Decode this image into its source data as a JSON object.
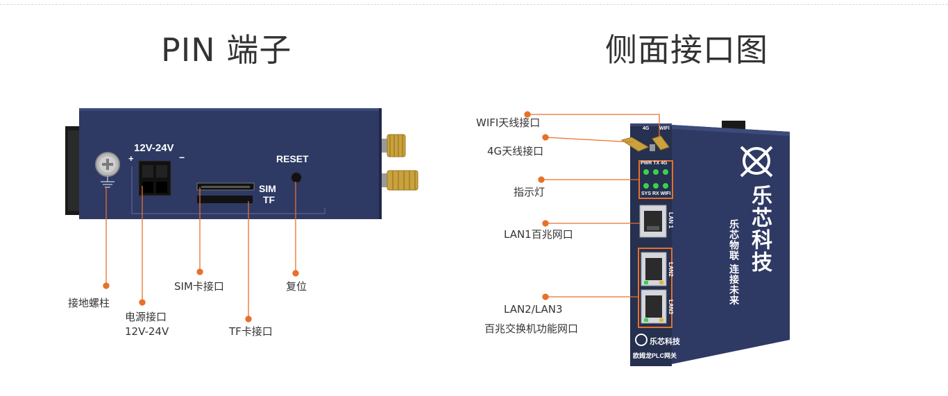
{
  "titles": {
    "left": "PIN 端子",
    "right": "侧面接口图"
  },
  "front_panel": {
    "voltage": "12V-24V",
    "plus": "+",
    "minus": "−",
    "sim": "SIM",
    "tf": "TF",
    "reset": "RESET"
  },
  "front_callouts": {
    "ground": "接地螺柱",
    "power_line1": "电源接口",
    "power_line2": "12V-24V",
    "sim": "SIM卡接口",
    "tf": "TF卡接口",
    "reset": "复位"
  },
  "side_callouts": {
    "wifi": "WIFI天线接口",
    "antenna_4g": "4G天线接口",
    "indicator": "指示灯",
    "lan1": "LAN1百兆网口",
    "lan23_line1": "LAN2/LAN3",
    "lan23_line2": "百兆交换机功能网口"
  },
  "side_device": {
    "ant_4g": "4G",
    "ant_wifi": "WIFI",
    "led_top": "PWR  TX  4G",
    "led_bottom": "SYS  RX  WIFI",
    "port_lan1": "LAN 1",
    "port_lan2": "LAN2",
    "port_lan3": "LAN3",
    "brand_big": "乐芯科技",
    "slogan": "乐芯物联 连接未来",
    "brand_small": "乐芯科技",
    "model": "欧姆龙PLC网关"
  },
  "colors": {
    "accent": "#e8702a",
    "device_body": "#2e3a63",
    "device_dark": "#1e2747",
    "led_green": "#3bd24a"
  }
}
